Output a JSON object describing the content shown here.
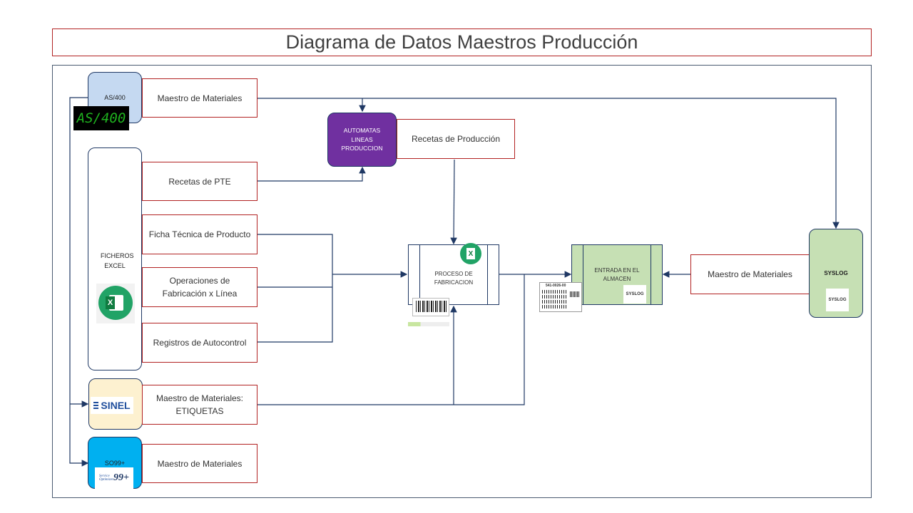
{
  "title": "Diagrama de Datos Maestros Producción",
  "systems": {
    "as400": {
      "label": "AS/400",
      "logo_text": "AS/400"
    },
    "excel": {
      "label": "FICHEROS EXCEL"
    },
    "sinel": {
      "logo_text": "SINEL"
    },
    "so99": {
      "label": "SO99+",
      "logo_text_small": "Service Optimizer",
      "logo_text_big": "99+"
    },
    "automatas": {
      "label": "AUTOMATAS LINEAS PRODUCCION"
    },
    "syslog": {
      "label": "SYSLOG",
      "logo_text": "SYSLOG"
    }
  },
  "boxes": {
    "maestro_as400": "Maestro de Materiales",
    "recetas_produccion": "Recetas de Producción",
    "recetas_pte": "Recetas de PTE",
    "ficha_tecnica": "Ficha Técnica de Producto",
    "operaciones": "Operaciones de Fabricación x Línea",
    "registros": "Registros de Autocontrol",
    "maestro_sinel": "Maestro de Materiales: ETIQUETAS",
    "maestro_so99": "Maestro de Materiales",
    "maestro_syslog": "Maestro de Materiales"
  },
  "process": {
    "fabricacion": "PROCESO DE FABRICACION",
    "almacen": "ENTRADA EN EL ALMACEN",
    "almacen_logo": "SYSLOG",
    "excel_glyph": "X",
    "label_code": "541-0026-00"
  },
  "colors": {
    "as400": "#c5d9f1",
    "excel_box": "#ffffff",
    "sinel": "#fdf1d0",
    "so99": "#00b0f0",
    "automatas": "#7030a0",
    "syslog": "#c6e0b4",
    "almacen": "#c6e0b4",
    "excel_green": "#21a366"
  }
}
